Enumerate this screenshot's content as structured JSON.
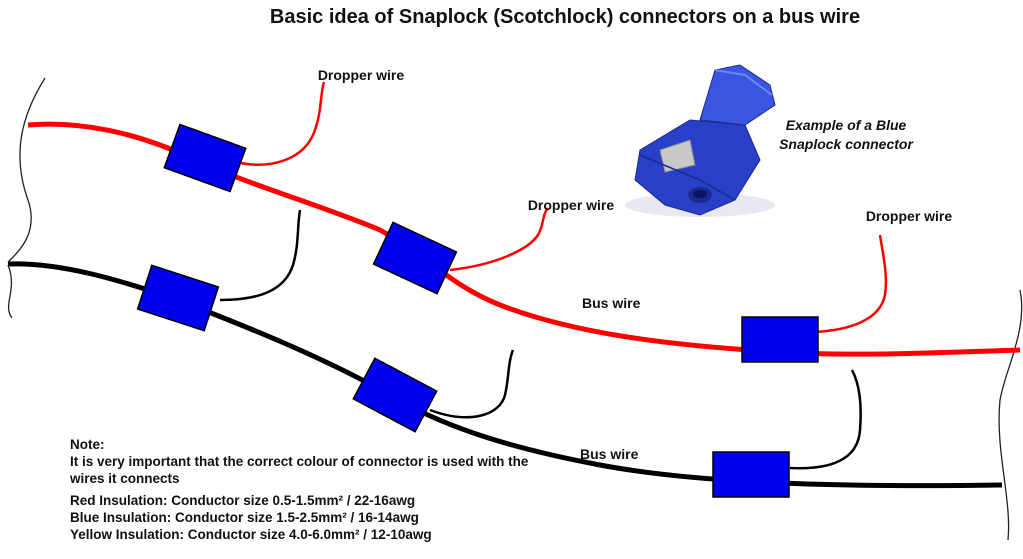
{
  "title": "Basic idea of Snaplock (Scotchlock) connectors on a bus wire",
  "labels": {
    "dropper_1": "Dropper wire",
    "dropper_2": "Dropper wire",
    "dropper_3": "Dropper wire",
    "bus_red": "Bus wire",
    "bus_black": "Bus wire",
    "example_caption": "Example of a Blue Snaplock connector"
  },
  "note": {
    "heading": "Note:",
    "body": "It is very important that the correct colour of connector is used with the wires it connects",
    "sizes": [
      "Red Insulation: Conductor size 0.5-1.5mm² / 22-16awg",
      "Blue Insulation: Conductor size 1.5-2.5mm² / 16-14awg",
      "Yellow Insulation: Conductor size 4.0-6.0mm² / 12-10awg"
    ]
  },
  "colors": {
    "red_wire": "#ff0000",
    "black_wire": "#000000",
    "connector": "#0000ee",
    "thin_line": "#222222"
  }
}
